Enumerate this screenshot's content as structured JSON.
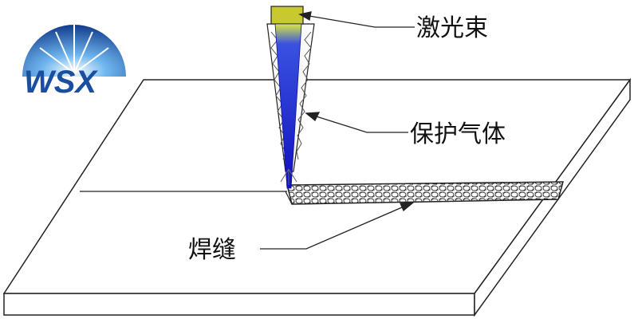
{
  "logo": {
    "text": "WSX",
    "color": "#1a4fa0"
  },
  "labels": {
    "laser_beam": "激光束",
    "shield_gas": "保护气体",
    "weld_seam": "焊缝"
  },
  "colors": {
    "beam": "#1a2ad8",
    "nozzle_top": "#c8c830",
    "outline": "#222222"
  }
}
